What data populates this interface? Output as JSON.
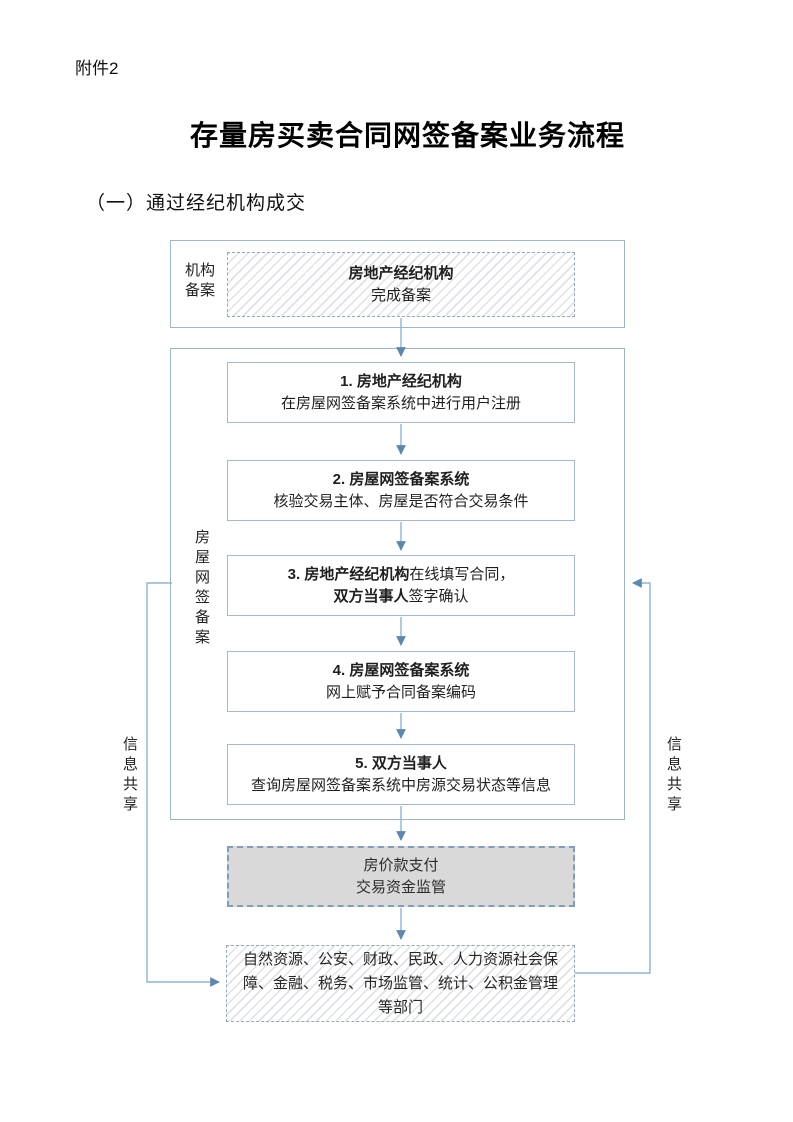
{
  "page": {
    "attachment_label": "附件2",
    "title": "存量房买卖合同网签备案业务流程",
    "section_heading": "（一）通过经纪机构成交"
  },
  "registration": {
    "side_label": "机构备案",
    "box": {
      "line1": "房地产经纪机构",
      "line2": "完成备案"
    }
  },
  "filing": {
    "side_label": "房屋网签备案",
    "steps": [
      {
        "l1b": "1. 房地产经纪机构",
        "l1r": "",
        "l2b": "",
        "l2r": "在房屋网签备案系统中进行用户注册"
      },
      {
        "l1b": "2. 房屋网签备案系统",
        "l1r": "",
        "l2b": "",
        "l2r": "核验交易主体、房屋是否符合交易条件"
      },
      {
        "l1b": "3. 房地产经纪机构",
        "l1r": "在线填写合同，",
        "l2b": "双方当事人",
        "l2r": "签字确认"
      },
      {
        "l1b": "4. 房屋网签备案系统",
        "l1r": "",
        "l2b": "",
        "l2r": "网上赋予合同备案编码"
      },
      {
        "l1b": "5. 双方当事人",
        "l1r": "",
        "l2b": "",
        "l2r": "查询房屋网签备案系统中房源交易状态等信息"
      }
    ]
  },
  "payment": {
    "line1": "房价款支付",
    "line2": "交易资金监管"
  },
  "departments": {
    "lines": [
      "自然资源、公安、财政、民政、人力资源社会保",
      "障、金融、税务、市场监管、统计、公积金管理",
      "等部门"
    ]
  },
  "info_share": {
    "left": "信息共享",
    "right": "信息共享"
  },
  "colors": {
    "container_border": "#9db6ce",
    "step_border": "#a3b9cf",
    "hatch_dash_border": "#96a9bc",
    "payment_border": "#7f9dbf",
    "payment_fill": "#d9d9d9",
    "arrow_stem": "#8fb4d4",
    "arrow_head": "#5b87b0"
  }
}
